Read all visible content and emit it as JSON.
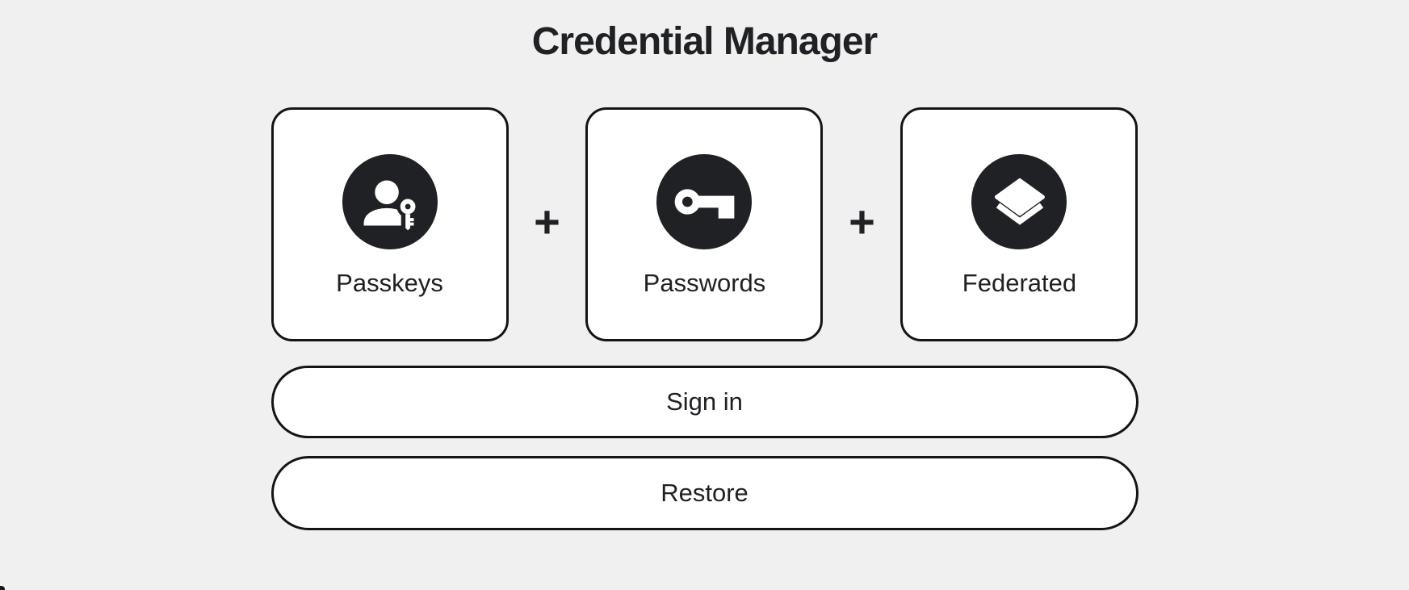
{
  "title": "Credential Manager",
  "plus_symbol": "+",
  "cards": [
    {
      "label": "Passkeys",
      "icon": "passkey-person-with-key-icon"
    },
    {
      "label": "Passwords",
      "icon": "key-icon"
    },
    {
      "label": "Federated",
      "icon": "layers-icon"
    }
  ],
  "buttons": [
    {
      "label": "Sign in"
    },
    {
      "label": "Restore"
    }
  ],
  "colors": {
    "background": "#f0f0f0",
    "card_background": "#ffffff",
    "outline": "#141414",
    "icon_circle": "#202124",
    "text": "#202124"
  }
}
